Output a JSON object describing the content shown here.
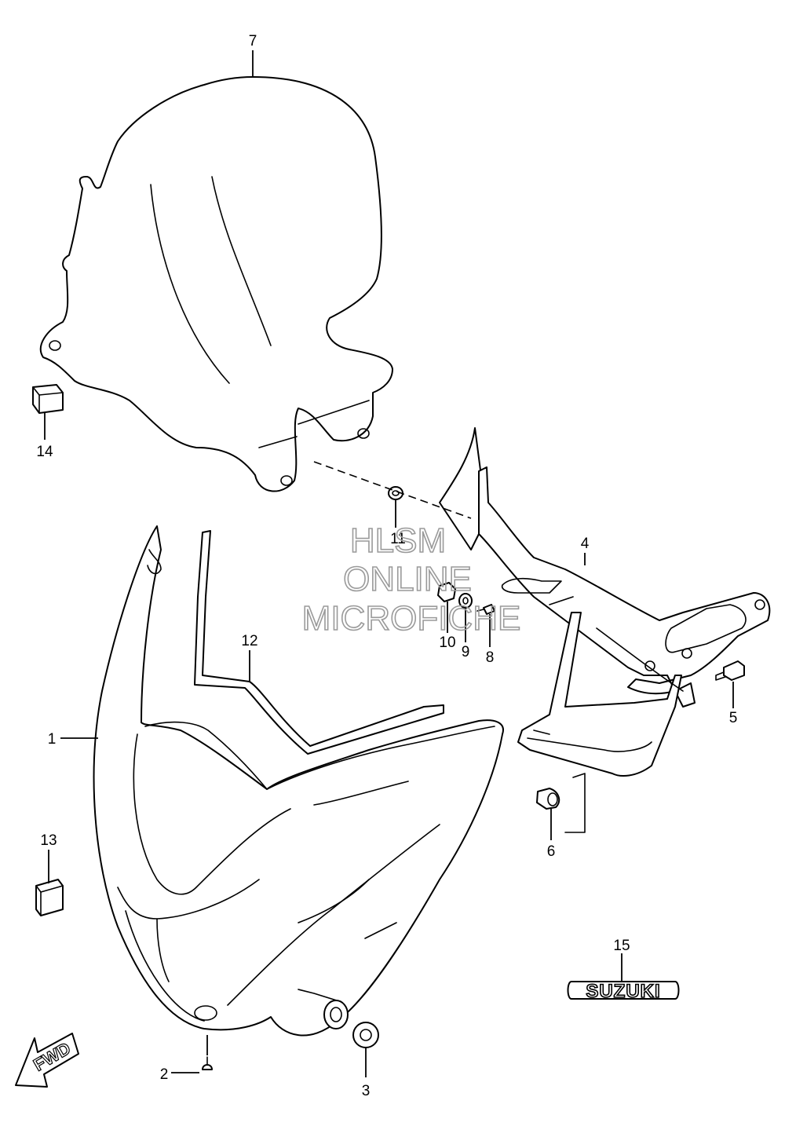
{
  "callouts": [
    {
      "id": "1",
      "label": "1"
    },
    {
      "id": "2",
      "label": "2"
    },
    {
      "id": "3",
      "label": "3"
    },
    {
      "id": "4",
      "label": "4"
    },
    {
      "id": "5",
      "label": "5"
    },
    {
      "id": "6",
      "label": "6"
    },
    {
      "id": "7",
      "label": "7"
    },
    {
      "id": "8",
      "label": "8"
    },
    {
      "id": "9",
      "label": "9"
    },
    {
      "id": "10",
      "label": "10"
    },
    {
      "id": "11",
      "label": "11"
    },
    {
      "id": "12",
      "label": "12"
    },
    {
      "id": "13",
      "label": "13"
    },
    {
      "id": "14",
      "label": "14"
    },
    {
      "id": "15",
      "label": "15"
    }
  ],
  "emblem": {
    "text": "SUZUKI"
  },
  "fwd_arrow": {
    "text": "FWD"
  },
  "watermark": {
    "line1": "HLSM",
    "line2": "ONLINE",
    "line3": "MICROFICHE"
  }
}
